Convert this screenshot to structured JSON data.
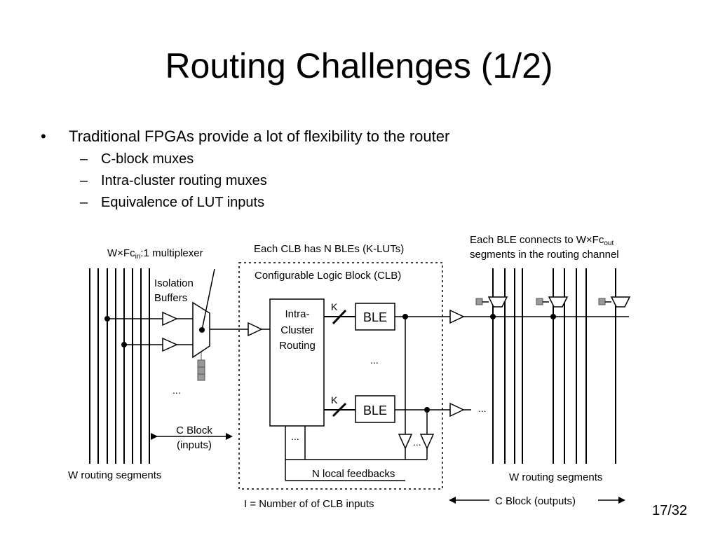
{
  "slide": {
    "title": "Routing Challenges (1/2)",
    "bullet_marker": "•",
    "sub_marker": "–",
    "bullets": [
      {
        "text": "Traditional FPGAs provide a lot of flexibility to the router",
        "subitems": [
          "C-block muxes",
          "Intra-cluster routing muxes",
          "Equivalence of LUT inputs"
        ]
      }
    ],
    "page": "17/32"
  },
  "diagram": {
    "labels": {
      "mux_prefix": "W×Fc",
      "mux_sub": "in",
      "mux_suffix": ":1 multiplexer",
      "isolation_1": "Isolation",
      "isolation_2": "Buffers",
      "clb_count": "Each CLB has N BLEs (K-LUTs)",
      "clb_title": "Configurable Logic Block (CLB)",
      "ble_connect_prefix": "Each BLE connects to W×Fc",
      "ble_connect_sub": "out",
      "ble_connect_2": "segments in the routing channel",
      "icr_1": "Intra-",
      "icr_2": "Cluster",
      "icr_3": "Routing",
      "k_top": "K",
      "k_bottom": "K",
      "ble_top": "BLE",
      "ble_bottom": "BLE",
      "ellipsis": "...",
      "cblock_in_1": "C Block",
      "cblock_in_2": "(inputs)",
      "w_left": "W routing segments",
      "w_right": "W routing segments",
      "local_feedbacks": "N local feedbacks",
      "num_inputs": "I = Number of  of CLB inputs",
      "cblock_out": "C Block (outputs)"
    }
  }
}
